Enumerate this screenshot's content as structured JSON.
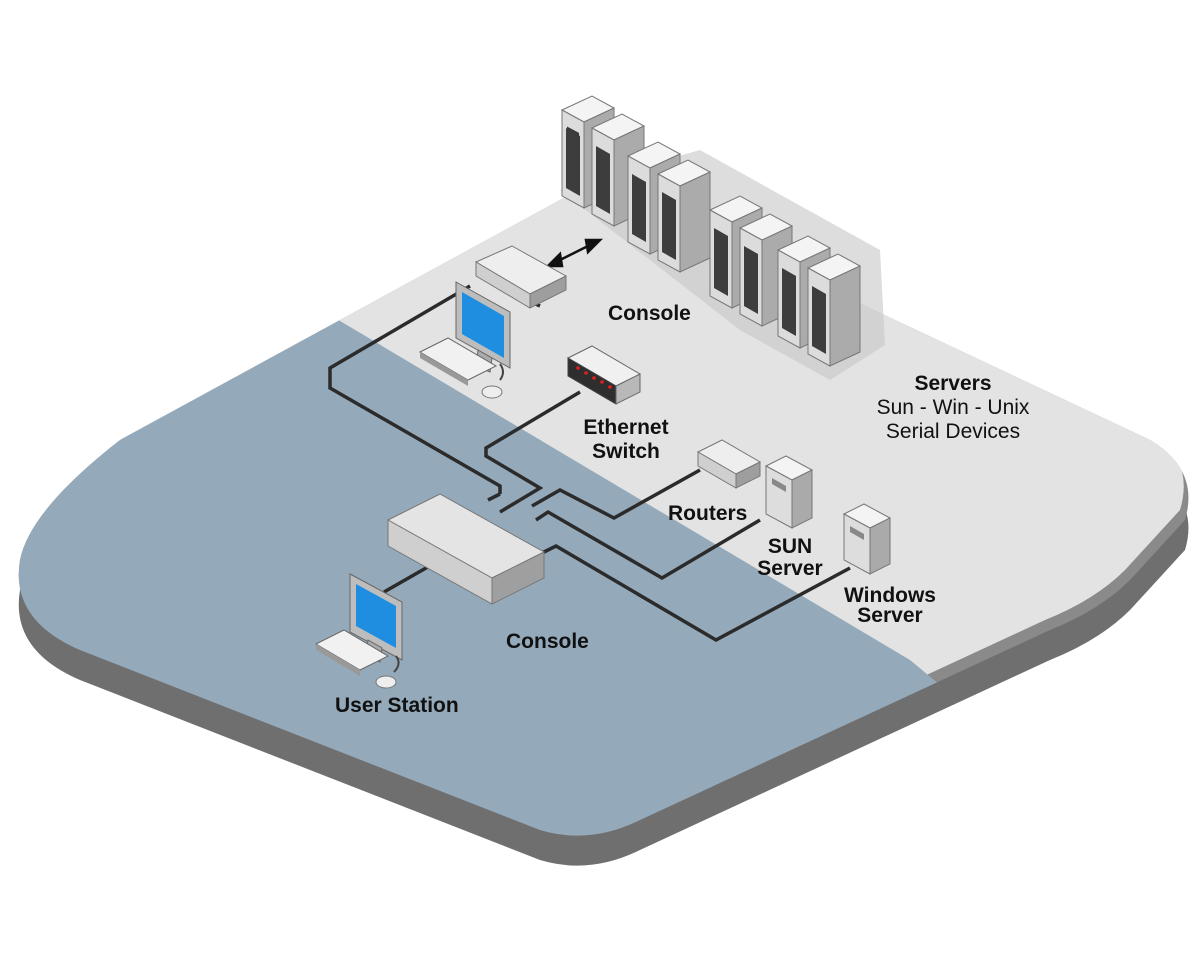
{
  "labels": {
    "console_top": "Console",
    "servers_title": "Servers",
    "servers_line1": "Sun - Win - Unix",
    "servers_line2": "Serial Devices",
    "ethernet_line1": "Ethernet",
    "ethernet_line2": "Switch",
    "routers": "Routers",
    "sun_line1": "SUN",
    "sun_line2": "Server",
    "windows_line1": "Windows",
    "windows_line2": "Server",
    "console_bottom": "Console",
    "user_station": "User Station"
  },
  "colors": {
    "platform_light": "#e3e3e3",
    "platform_blue": "#94aaba",
    "platform_edge": "#6f6f6f",
    "cable": "#2b2b2b",
    "screen_blue": "#1f8ee0",
    "led_red": "#e02020"
  }
}
